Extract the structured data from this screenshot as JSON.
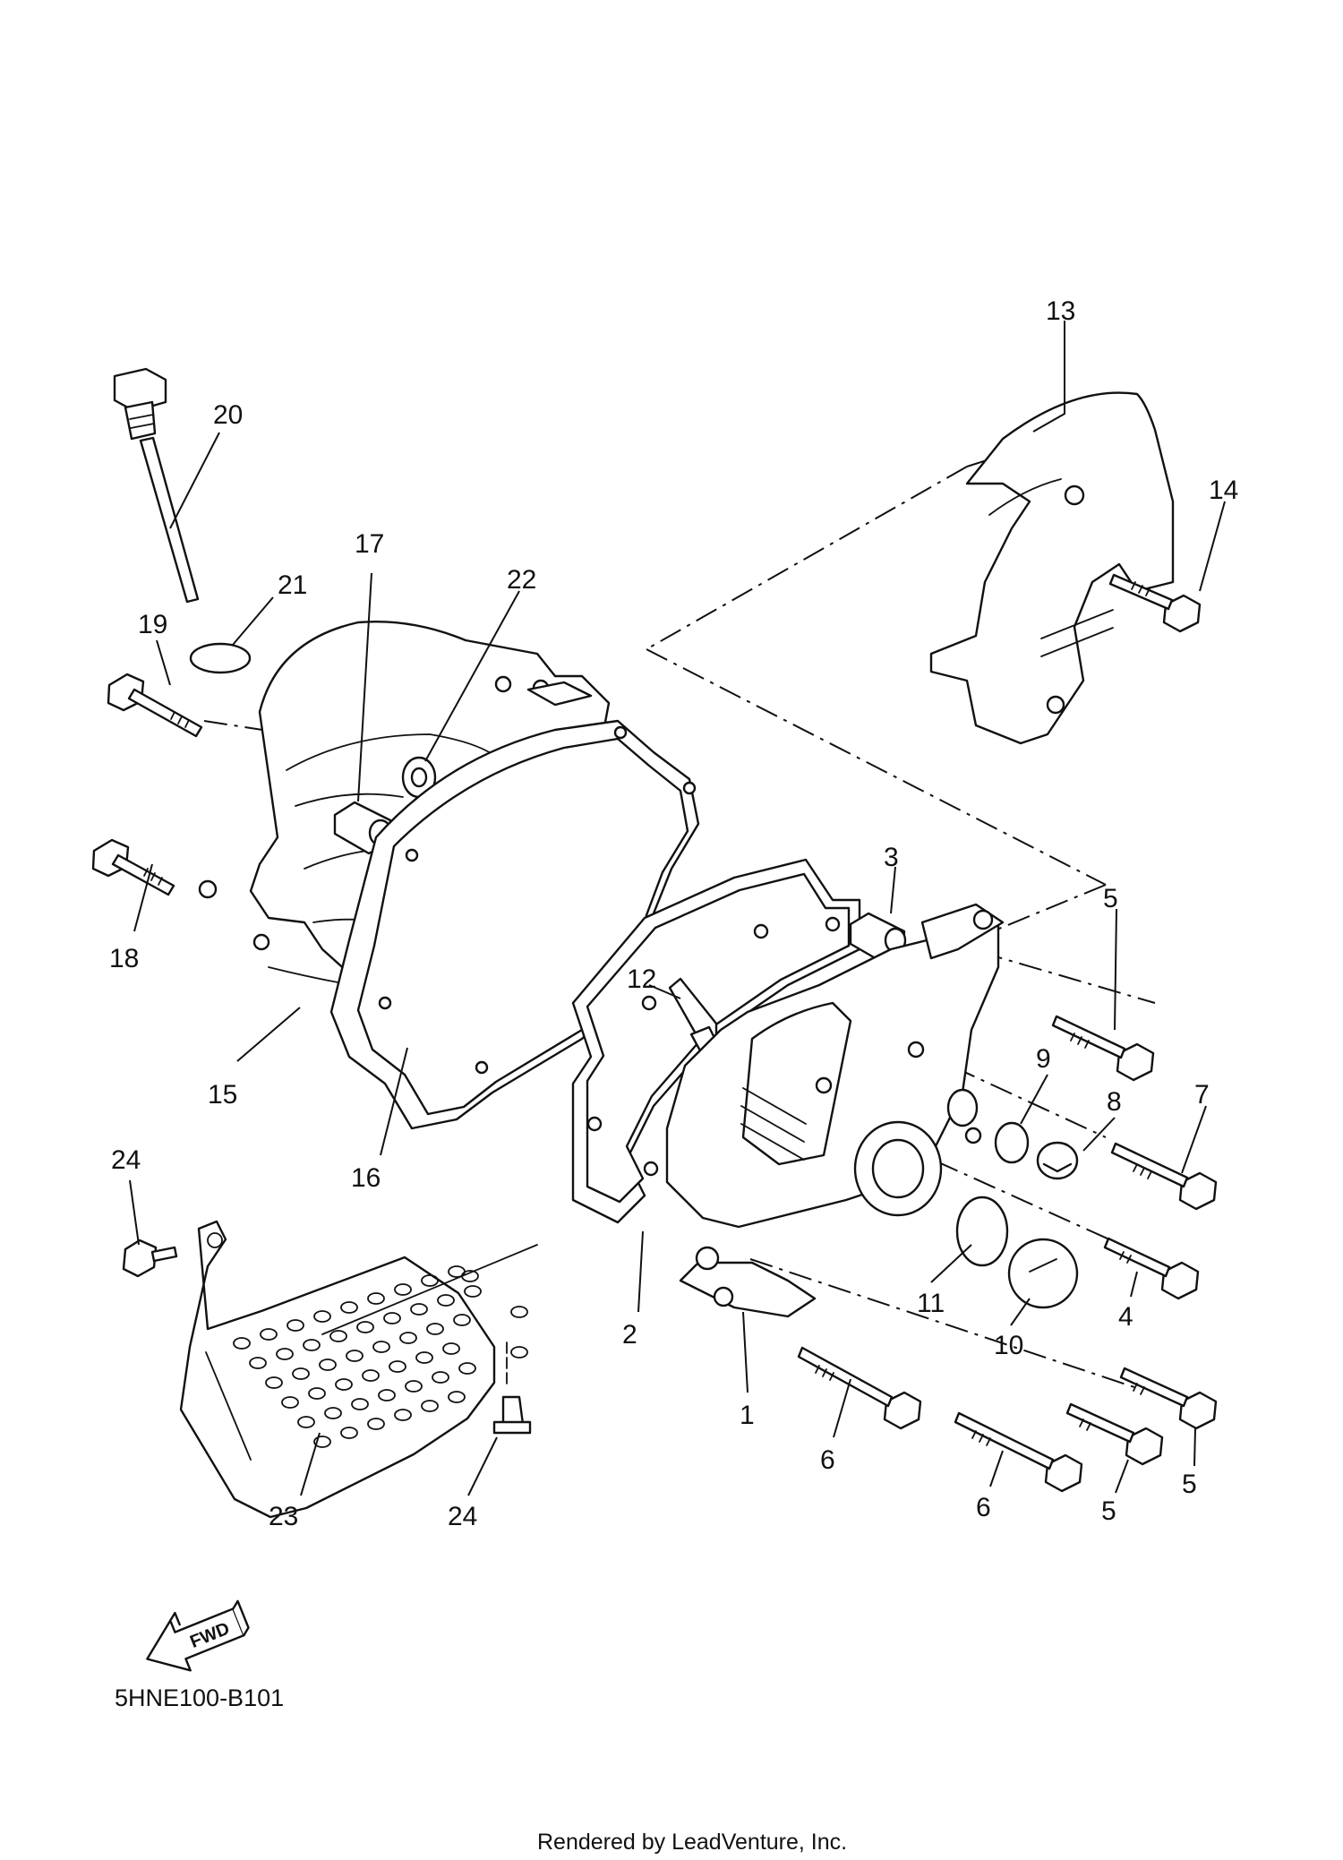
{
  "diagram": {
    "callouts": [
      {
        "id": "1",
        "label": "1"
      },
      {
        "id": "2",
        "label": "2"
      },
      {
        "id": "3",
        "label": "3"
      },
      {
        "id": "4",
        "label": "4"
      },
      {
        "id": "5a",
        "label": "5"
      },
      {
        "id": "5b",
        "label": "5"
      },
      {
        "id": "5c",
        "label": "5"
      },
      {
        "id": "6a",
        "label": "6"
      },
      {
        "id": "6b",
        "label": "6"
      },
      {
        "id": "7",
        "label": "7"
      },
      {
        "id": "8",
        "label": "8"
      },
      {
        "id": "9",
        "label": "9"
      },
      {
        "id": "10",
        "label": "10"
      },
      {
        "id": "11",
        "label": "11"
      },
      {
        "id": "12",
        "label": "12"
      },
      {
        "id": "13",
        "label": "13"
      },
      {
        "id": "14",
        "label": "14"
      },
      {
        "id": "15",
        "label": "15"
      },
      {
        "id": "16",
        "label": "16"
      },
      {
        "id": "17",
        "label": "17"
      },
      {
        "id": "18",
        "label": "18"
      },
      {
        "id": "19",
        "label": "19"
      },
      {
        "id": "20",
        "label": "20"
      },
      {
        "id": "21",
        "label": "21"
      },
      {
        "id": "22",
        "label": "22"
      },
      {
        "id": "23",
        "label": "23"
      },
      {
        "id": "24a",
        "label": "24"
      },
      {
        "id": "24b",
        "label": "24"
      }
    ],
    "direction_marker": "FWD",
    "diagram_code": "5HNE100-B101",
    "credit": "Rendered by LeadVenture, Inc."
  }
}
